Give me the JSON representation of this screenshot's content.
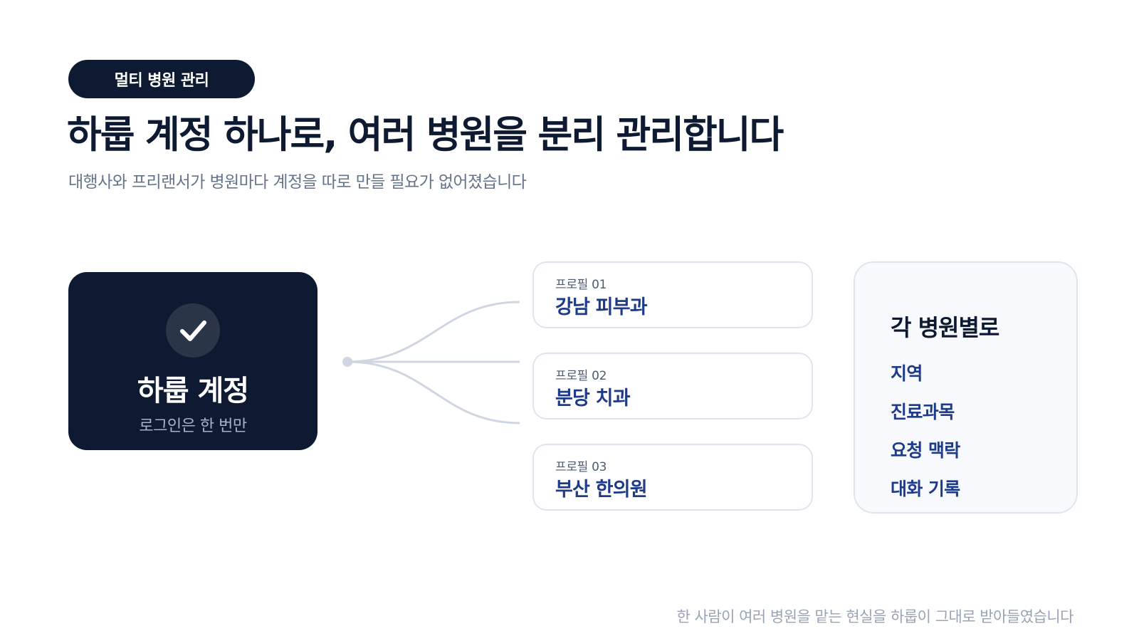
{
  "badge": "멀티 병원 관리",
  "headline": "하룹 계정 하나로, 여러 병원을 분리 관리합니다",
  "subheadline": "대행사와 프리랜서가 병원마다 계정을 따로 만들 필요가 없어졌습니다",
  "account": {
    "icon": "check-icon",
    "title": "하룹 계정",
    "subtitle": "로그인은 한 번만"
  },
  "profiles": [
    {
      "tag": "프로필 01",
      "name": "강남 피부과"
    },
    {
      "tag": "프로필 02",
      "name": "분당 치과"
    },
    {
      "tag": "프로필 03",
      "name": "부산 한의원"
    }
  ],
  "per_hospital": {
    "title": "각 병원별로",
    "items": [
      "지역",
      "진료과목",
      "요청 맥락",
      "대화 기록"
    ]
  },
  "footer": "한 사람이 여러 병원을 맡는 현실을 하룹이 그대로 받아들였습니다",
  "colors": {
    "navy": "#0e1a31",
    "accent_blue": "#1e3a8a",
    "muted_text": "#66748b",
    "card_border": "#dfe4ee",
    "connector": "#cfd6e2"
  }
}
